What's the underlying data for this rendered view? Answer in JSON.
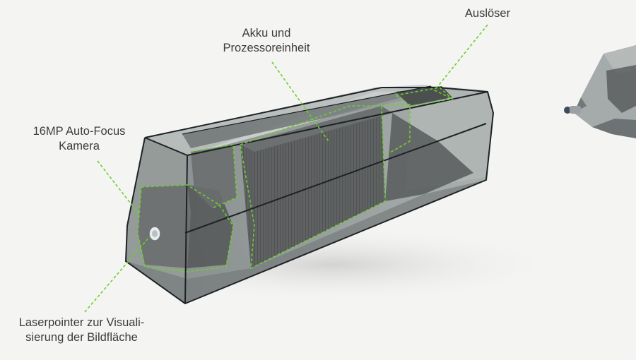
{
  "labels": {
    "ausloeser": {
      "line1": "Auslöser"
    },
    "akku": {
      "line1": "Akku und",
      "line2": "Prozessoreinheit"
    },
    "kamera": {
      "line1": "16MP Auto-Focus",
      "line2": "Kamera"
    },
    "laser": {
      "line1": "Laserpointer zur Visuali-",
      "line2": "sierung der Bildfläche"
    }
  },
  "colors": {
    "background": "#f4f4f3",
    "leader_line": "#6ccf2e",
    "device_outline": "#1f2226",
    "glass": "#8e9594",
    "internals": "#4f5152"
  }
}
